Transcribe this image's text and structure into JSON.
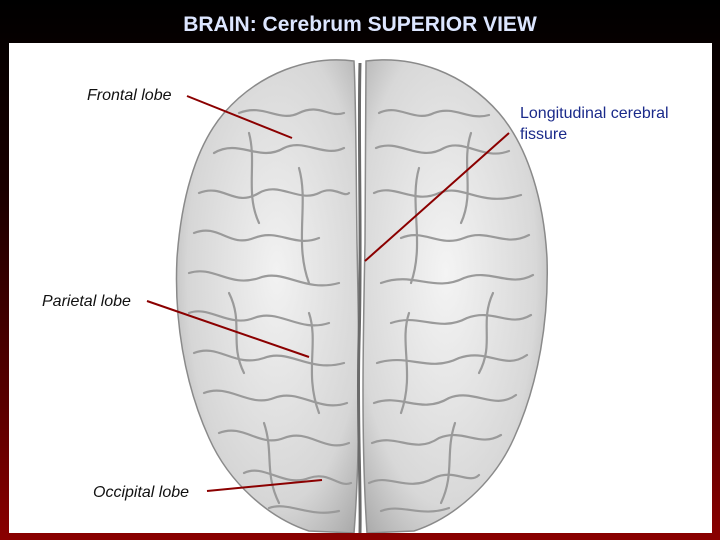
{
  "title": "BRAIN: Cerebrum SUPERIOR VIEW",
  "labels": {
    "frontal": "Frontal lobe",
    "longitudinal_line1": "Longitudinal cerebral",
    "longitudinal_line2": "fissure",
    "parietal": "Parietal lobe",
    "occipital": "Occipital lobe"
  },
  "colors": {
    "leader_line": "#8b0000",
    "label_blue": "#1a2a8a"
  }
}
